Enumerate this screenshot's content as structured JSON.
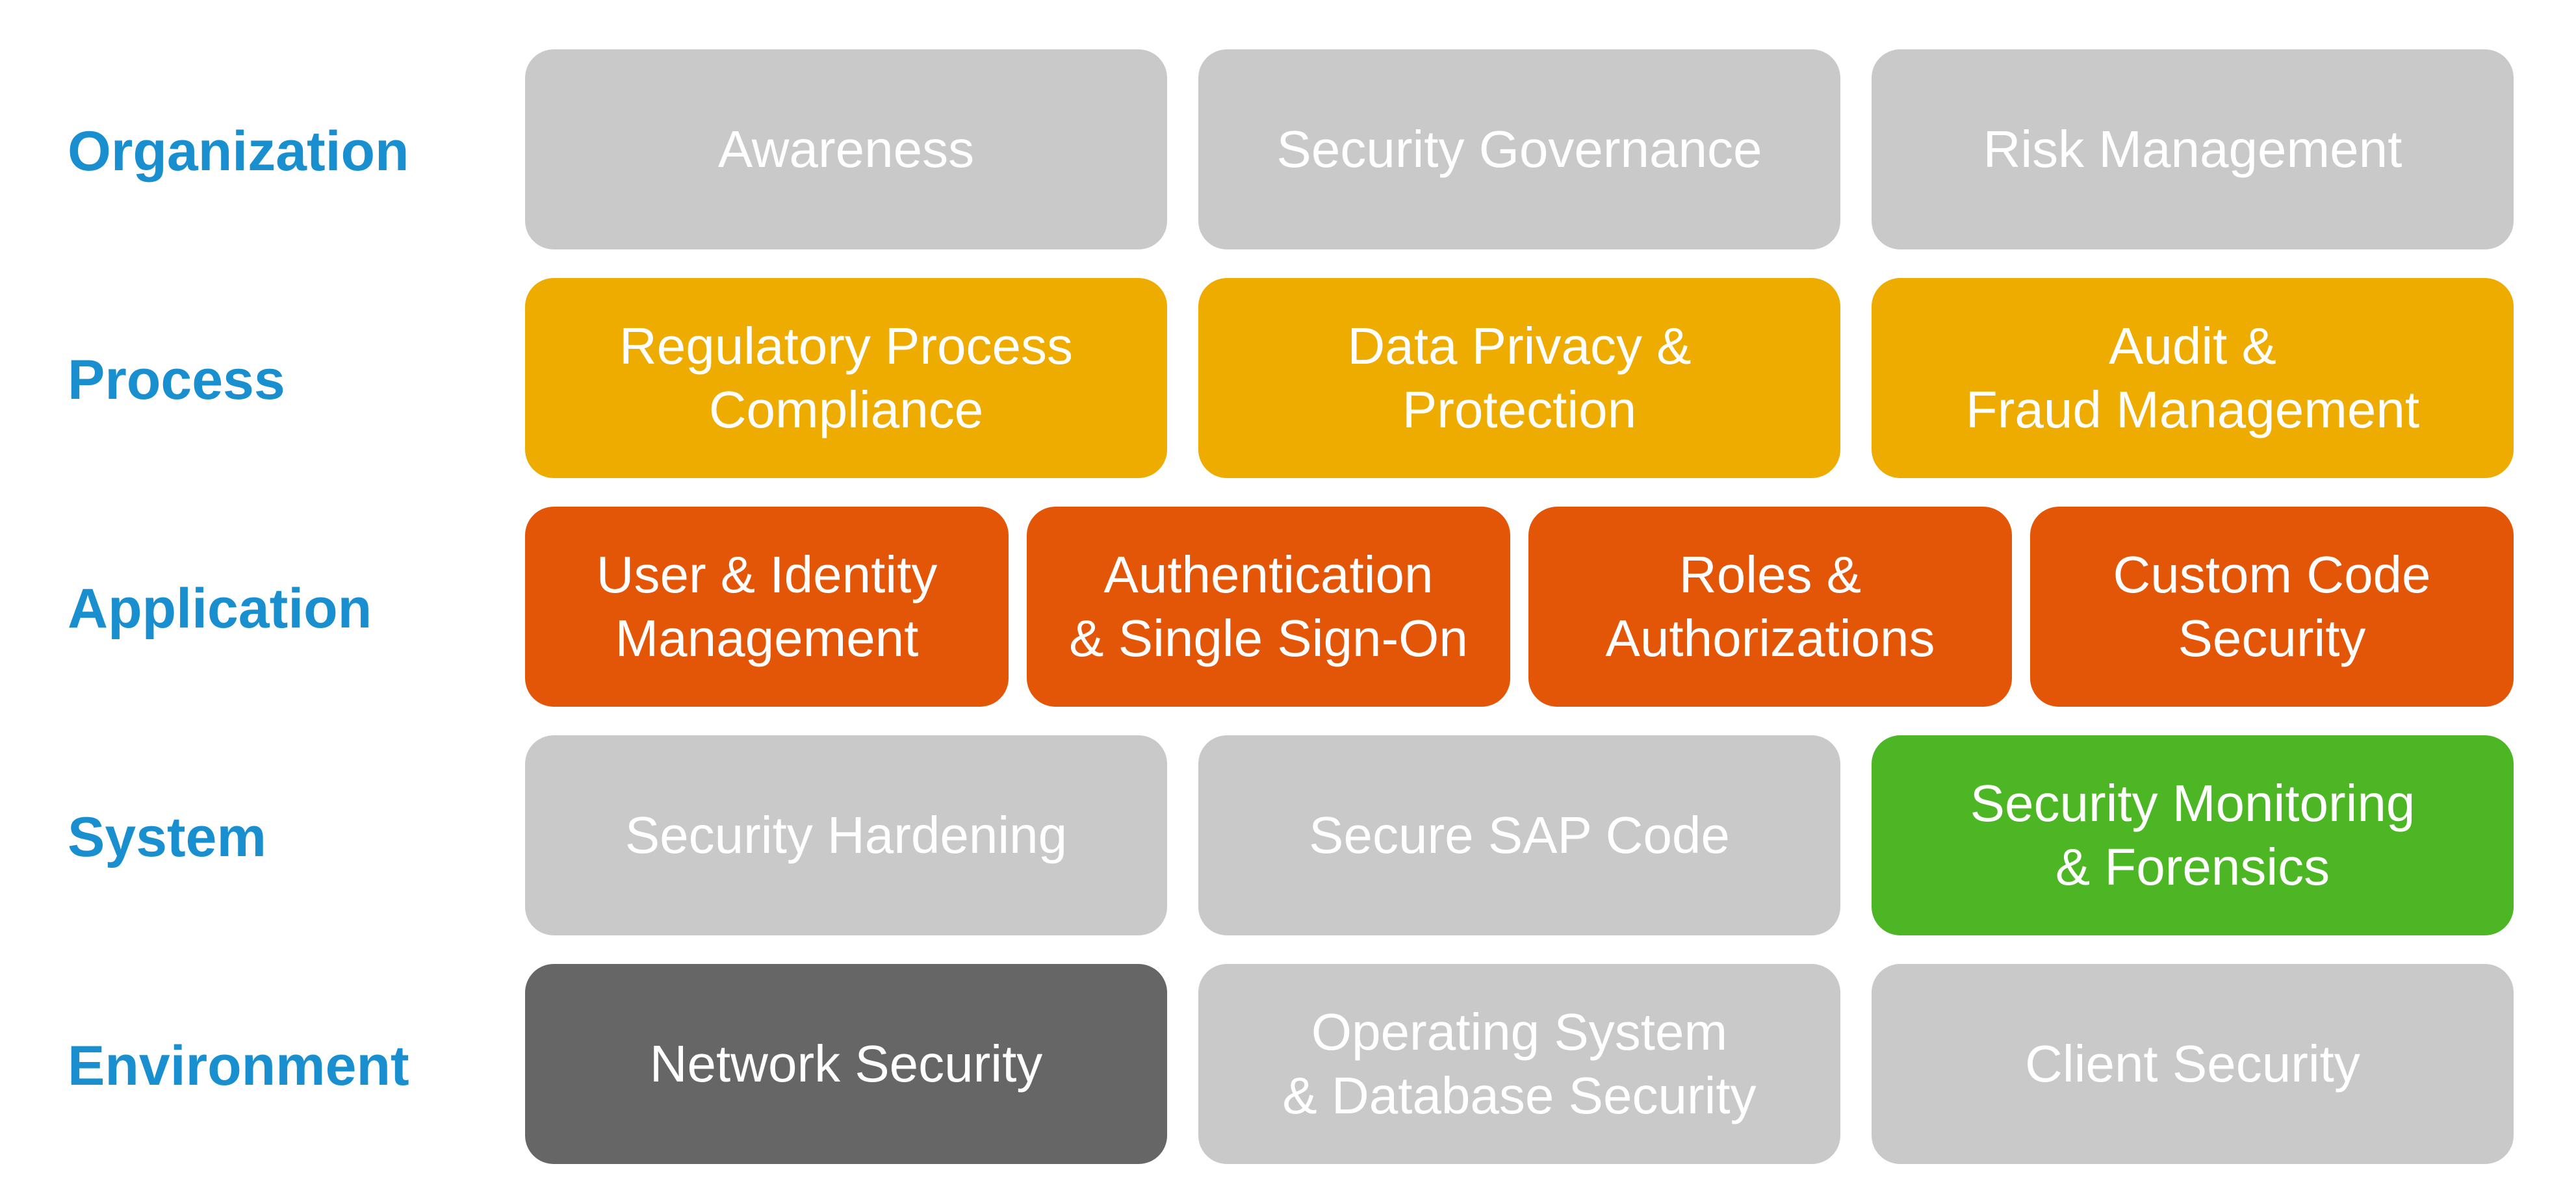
{
  "colors": {
    "label": "#1a8fd0",
    "gray": "#c9c9c9",
    "yellow": "#eeab00",
    "orange": "#e35507",
    "green": "#4db624",
    "dark": "#666666"
  },
  "rows": [
    {
      "label": "Organization",
      "tiles": [
        {
          "text": "Awareness",
          "color": "#c9c9c9"
        },
        {
          "text": "Security Governance",
          "color": "#c9c9c9"
        },
        {
          "text": "Risk Management",
          "color": "#c9c9c9"
        }
      ]
    },
    {
      "label": "Process",
      "tiles": [
        {
          "text": "Regulatory Process\nCompliance",
          "color": "#eeab00"
        },
        {
          "text": "Data Privacy &\nProtection",
          "color": "#eeab00"
        },
        {
          "text": "Audit &\nFraud Management",
          "color": "#eeab00"
        }
      ]
    },
    {
      "label": "Application",
      "tiles": [
        {
          "text": "User & Identity\nManagement",
          "color": "#e35507"
        },
        {
          "text": "Authentication\n& Single Sign-On",
          "color": "#e35507"
        },
        {
          "text": "Roles &\nAuthorizations",
          "color": "#e35507"
        },
        {
          "text": "Custom Code\nSecurity",
          "color": "#e35507"
        }
      ]
    },
    {
      "label": "System",
      "tiles": [
        {
          "text": "Security Hardening",
          "color": "#c9c9c9"
        },
        {
          "text": "Secure SAP Code",
          "color": "#c9c9c9"
        },
        {
          "text": "Security Monitoring\n& Forensics",
          "color": "#4db624"
        }
      ]
    },
    {
      "label": "Environment",
      "tiles": [
        {
          "text": "Network Security",
          "color": "#666666"
        },
        {
          "text": "Operating System\n& Database Security",
          "color": "#c9c9c9"
        },
        {
          "text": "Client Security",
          "color": "#c9c9c9"
        }
      ]
    }
  ]
}
